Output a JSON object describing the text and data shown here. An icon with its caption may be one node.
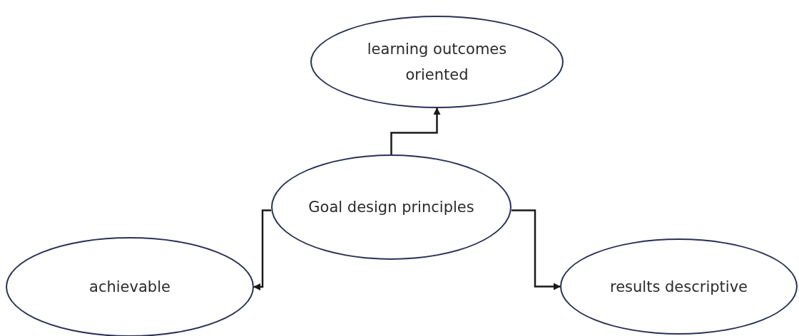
{
  "diagram": {
    "nodes": [
      {
        "text": [
          "learning outcomes oriented"
        ]
      },
      {
        "text": [
          "Goal design principles"
        ]
      },
      {
        "text": [
          "achievable"
        ]
      },
      {
        "text": [
          "results descriptive"
        ]
      }
    ],
    "edges": [
      {
        "from": 1,
        "to": 0,
        "arrow": "to"
      },
      {
        "from": 1,
        "to": 2,
        "arrow": "to"
      },
      {
        "from": 1,
        "to": 3,
        "arrow": "to"
      }
    ]
  }
}
